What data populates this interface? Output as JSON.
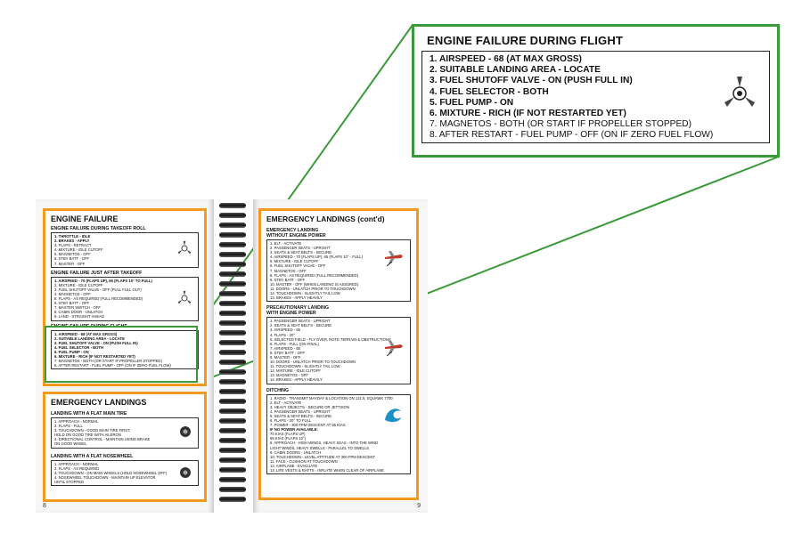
{
  "zoom": {
    "title": "ENGINE FAILURE DURING FLIGHT",
    "items": [
      "1.  AIRSPEED - 68 (AT MAX GROSS)",
      "2.  SUITABLE LANDING AREA - LOCATE",
      "3.  FUEL SHUTOFF VALVE - ON (PUSH FULL IN)",
      "4.  FUEL SELECTOR - BOTH",
      "5.  FUEL PUMP - ON",
      "6.  MIXTURE - RICH (IF NOT RESTARTED YET)",
      "7.  MAGNETOS - BOTH (OR START IF PROPELLER STOPPED)",
      "8.  AFTER RESTART - FUEL PUMP - OFF (ON IF ZERO FUEL FLOW)"
    ]
  },
  "left_page": {
    "number": "8",
    "engine_failure": {
      "title": "ENGINE FAILURE",
      "takeoff_roll": {
        "heading": "ENGINE FAILURE DURING TAKEOFF ROLL",
        "items": [
          "1. THROTTLE - IDLE",
          "2. BRAKES - APPLY",
          "3. FLAPS - RETRACT",
          "4. MIXTURE - IDLE CUTOFF",
          "5. MAGNETOS - OFF",
          "6. STBY BATT - OFF",
          "7. MASTER - OFF"
        ]
      },
      "after_takeoff": {
        "heading": "ENGINE FAILURE JUST AFTER TAKEOFF",
        "items": [
          "1. AIRSPEED - 70 (FLAPS UP), 65 (FLAPS 10° TO FULL)",
          "2. MIXTURE - IDLE CUTOFF",
          "3. FUEL SHUTOFF VALVE - OFF (PULL FULL OUT)",
          "4. MAGNETOS - OFF",
          "5. FLAPS - AS REQUIRED (FULL RECOMMENDED)",
          "6. STBY BATT - OFF",
          "7. MASTER SWITCH - OFF",
          "8. CABIN DOOR - UNLATCH",
          "9. LAND - STRAIGHT AHEAD"
        ]
      },
      "during_flight": {
        "heading": "ENGINE FAILURE DURING FLIGHT",
        "items": [
          "1. AIRSPEED - 68 (AT MAX GROSS)",
          "2. SUITABLE LANDING AREA - LOCATE",
          "3. FUEL SHUTOFF VALVE - ON (PUSH FULL IN)",
          "4. FUEL SELECTOR - BOTH",
          "5. FUEL PUMP - ON",
          "6. MIXTURE - RICH (IF NOT RESTARTED YET)",
          "7. MAGNETOS - BOTH (OR START IF PROPELLER STOPPED)",
          "8. AFTER RESTART - FUEL PUMP - OFF (ON IF ZERO FUEL FLOW)"
        ]
      }
    },
    "emergency_landings": {
      "title": "EMERGENCY LANDINGS",
      "flat_main": {
        "heading": "LANDING WITH A FLAT MAIN TIRE",
        "items": [
          "1. APPROACH - NORMAL",
          "2. FLAPS - FULL",
          "3. TOUCHDOWN - GOOD MAIN TIRE FIRST,",
          "    HOLD ON GOOD TIRE WITH AILERON",
          "4. DIRECTIONAL CONTROL - MAINTAIN USING BRAKE",
          "    ON GOOD WHEEL"
        ]
      },
      "flat_nose": {
        "heading": "LANDING WITH A FLAT NOSEWHEEL",
        "items": [
          "1. APPROACH - NORMAL",
          "2. FLAPS - AS REQUIRED",
          "3. TOUCHDOWN - ON MAIN WHEELS (HOLD NOSEWHEEL OFF)",
          "4. NOSEWHEEL TOUCHDOWN - MAINTAIN UP ELEVATOR",
          "    UNTIL STOPPED"
        ]
      }
    }
  },
  "right_page": {
    "number": "9",
    "title": "EMERGENCY LANDINGS (cont'd)",
    "without_power": {
      "heading1": "EMERGENCY LANDING",
      "heading2": "WITHOUT ENGINE POWER",
      "items": [
        "1. ELT - ACTIVATE",
        "2. PASSENGER SEATS - UPRIGHT",
        "3. SEATS & SEAT BELTS - SECURE",
        "4. AIRSPEED - 70 (FLAPS UP), 65 (FLAPS 10° - FULL)",
        "5. MIXTURE - IDLE CUTOFF",
        "6. FUEL SHUTOFF VALVE - OFF",
        "7. MAGNETOS - OFF",
        "8. FLAPS - AS REQUIRED (FULL RECOMMENDED)",
        "9. STBY BATT - OFF",
        "10. MASTER - OFF (WHEN LANDING IS ASSURED)",
        "11. DOORS - UNLATCH PRIOR TO TOUCHDOWN",
        "12. TOUCHDOWN - SLIGHTLY TAIL LOW",
        "13. BRAKES - APPLY HEAVILY"
      ]
    },
    "precautionary": {
      "heading1": "PRECAUTIONARY LANDING",
      "heading2": "WITH ENGINE POWER",
      "items": [
        "1. PASSENGER SEATS - UPRIGHT",
        "2. SEATS & SEAT BELTS - SECURE",
        "3. AIRSPEED - 65",
        "4. FLAPS - 20°",
        "5. SELECTED FIELD - FLY OVER, NOTE TERRAIN & OBSTRUCTIONS",
        "6. FLAPS - FULL (ON FINAL)",
        "7. AIRSPEED - 65",
        "8. STBY BATT - OFF",
        "9. MASTER - OFF",
        "10. DOORS - UNLATCH PRIOR TO TOUCHDOWN",
        "11. TOUCHDOWN - SLIGHTLY TAIL LOW",
        "12. MIXTURE - IDLE CUTOFF",
        "13. MAGNETOS - OFF",
        "14. BRAKES - APPLY HEAVILY"
      ]
    },
    "ditching": {
      "heading": "DITCHING",
      "items": [
        "1. RADIO - TRANSMIT MAYDAY & LOCATION ON 121.5, SQUAWK 7700",
        "2. ELT - ACTIVATE",
        "3. HEAVY OBJECTS - SECURE OR JETTISON",
        "4. PASSENGER SEATS - UPRIGHT",
        "5. SEATS & SEAT BELTS - SECURE",
        "6. FLAPS - 20° TO FULL",
        "7. POWER - 300 FPM DESCENT AT 55 KIAS",
        "    IF NO POWER AVAILABLE:",
        "    70 KIAS (FLAPS UP)",
        "    65 KIAS (FLAPS 10°)",
        "8. APPROACH - HIGH WINDS, HEAVY SEAS - INTO THE WIND",
        "    LIGHT WINDS, HEAVY SWELLS - PARALLEL TO SWELLS",
        "9. CABIN DOORS - UNLATCH",
        "10. TOUCHDOWN - LEVEL ATTITUDE AT 300 FPM DESCENT",
        "11. FACE - CUSHION AT TOUCHDOWN",
        "12. AIRPLANE - EVACUATE",
        "13. LIFE VESTS & RAFTS - INFLATE WHEN CLEAR OF AIRPLANE"
      ]
    }
  },
  "colors": {
    "highlight": "#3a9a3a",
    "panel_border": "#f29a1f"
  }
}
